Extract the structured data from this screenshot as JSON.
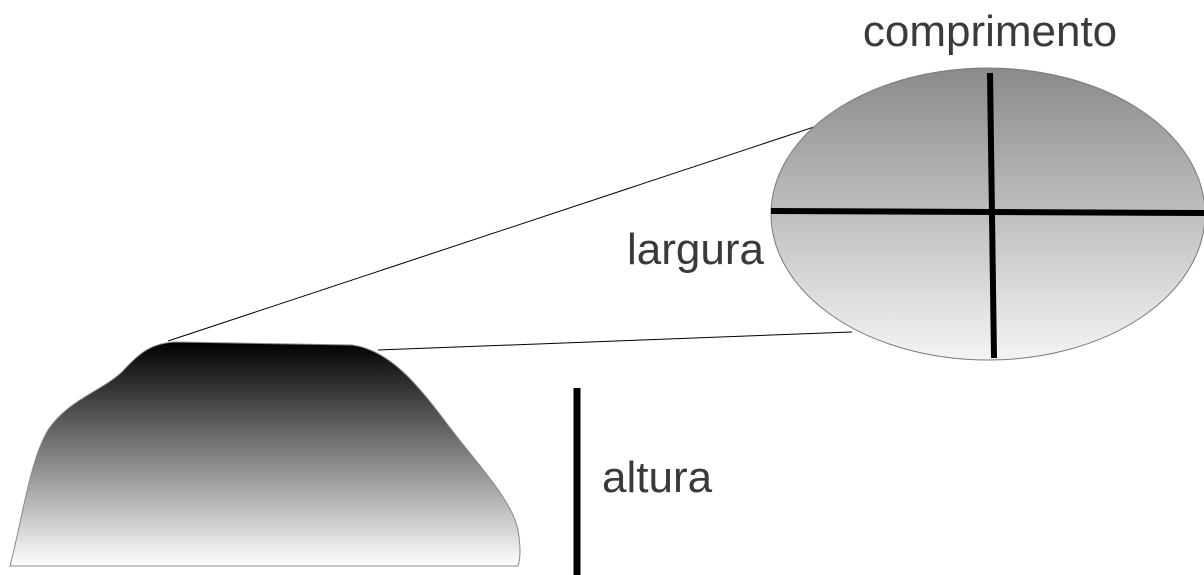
{
  "labels": {
    "length": "comprimento",
    "width": "largura",
    "height": "altura"
  },
  "colors": {
    "text": "#3a3a3a",
    "lines": "#000000",
    "mound_top": "#000000",
    "mound_bottom": "#ffffff",
    "ellipse_top": "#8a8a8a",
    "ellipse_bottom": "#f4f4f4"
  }
}
